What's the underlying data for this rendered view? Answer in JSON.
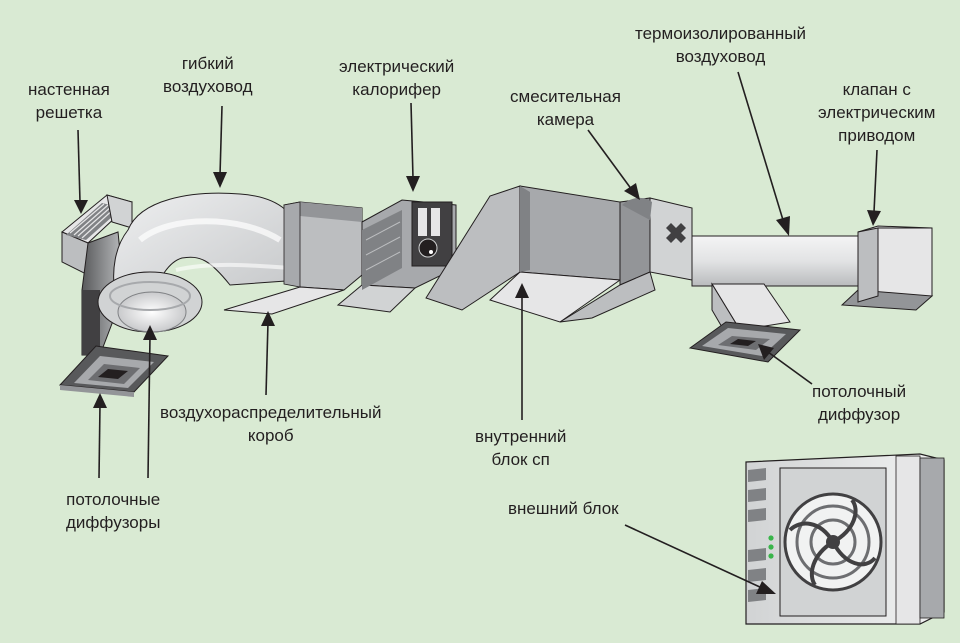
{
  "labels": {
    "wall_grille": [
      "настенная",
      "решетка"
    ],
    "flexible_duct": [
      "гибкий",
      "воздуховод"
    ],
    "electric_heater": [
      "электрический",
      "калорифер"
    ],
    "mixing_chamber": [
      "смесительная",
      "камера"
    ],
    "insulated_duct": [
      "термоизолированный",
      "воздуховод"
    ],
    "motorized_valve": [
      "клапан с",
      "электрическим",
      "приводом"
    ],
    "distribution_box": [
      "воздухораспределительный",
      "короб"
    ],
    "indoor_unit": [
      "внутренний",
      "блок сп"
    ],
    "ceiling_diffuser": [
      "потолочный",
      "диффузор"
    ],
    "ceiling_diffusers": [
      "потолочные",
      "диффузоры"
    ],
    "outdoor_unit": [
      "внешний блок"
    ]
  },
  "colors": {
    "background": "#d9ead3",
    "metal_light": "#e6e6e7",
    "metal_mid": "#bcbec0",
    "metal_dark": "#808285",
    "text": "#231f20",
    "led": "#39b54a"
  }
}
